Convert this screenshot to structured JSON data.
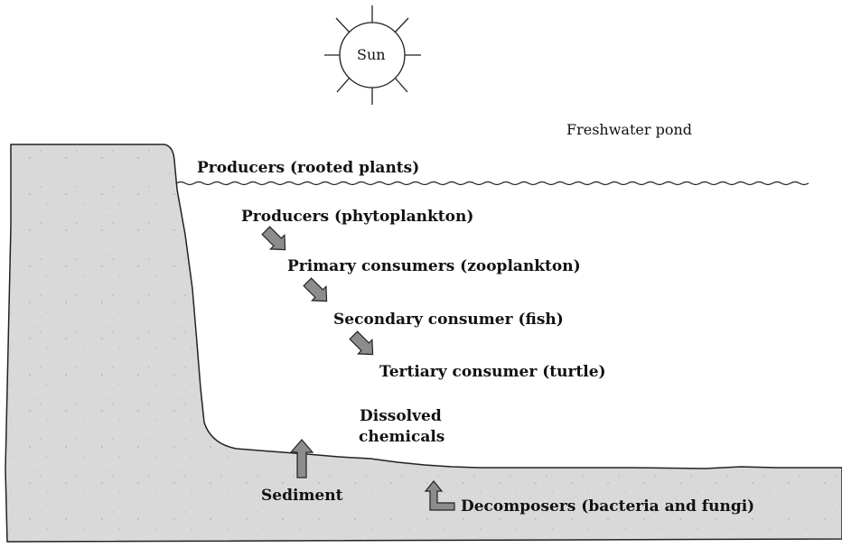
{
  "diagram": {
    "sun_label": "Sun",
    "scene_label": "Freshwater pond",
    "labels": {
      "rooted_plants": "Producers (rooted plants)",
      "phytoplankton": "Producers (phytoplankton)",
      "zooplankton": "Primary consumers (zooplankton)",
      "fish": "Secondary consumer (fish)",
      "turtle": "Tertiary consumer (turtle)",
      "dissolved_chemicals_line1": "Dissolved",
      "dissolved_chemicals_line2": "chemicals",
      "sediment": "Sediment",
      "decomposers": "Decomposers (bacteria and fungi)"
    },
    "colors": {
      "ground_fill": "#d9d9d9",
      "arrow_fill": "#8c8c8c",
      "outline": "#222222"
    },
    "icons": [
      "sun-icon",
      "water-surface-wave",
      "down-right-arrow",
      "up-arrow",
      "bent-up-arrow"
    ]
  }
}
